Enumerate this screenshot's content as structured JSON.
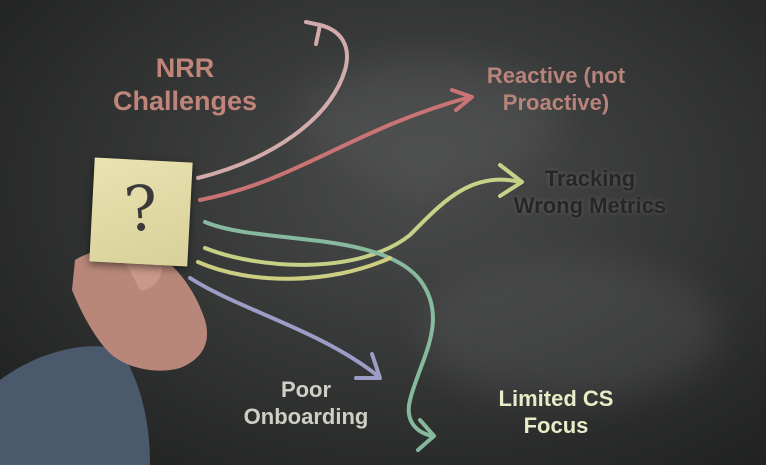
{
  "title": {
    "line1": "NRR",
    "line2": "Challenges"
  },
  "items": [
    {
      "line1": "Reactive (not",
      "line2": "Proactive)"
    },
    {
      "line1": "Tracking",
      "line2": "Wrong Metrics"
    },
    {
      "line1": "Poor",
      "line2": "Onboarding"
    },
    {
      "line1": "Limited CS",
      "line2": "Focus"
    }
  ],
  "note": {
    "symbol": "?"
  },
  "colors": {
    "chalk_pink": "#e3b7b8",
    "chalk_red": "#d9797a",
    "chalk_yellow_green": "#d6e08f",
    "chalk_teal": "#8fc7a8",
    "chalk_yellow": "#dede8a",
    "chalk_lavender": "#a7a9d6"
  }
}
